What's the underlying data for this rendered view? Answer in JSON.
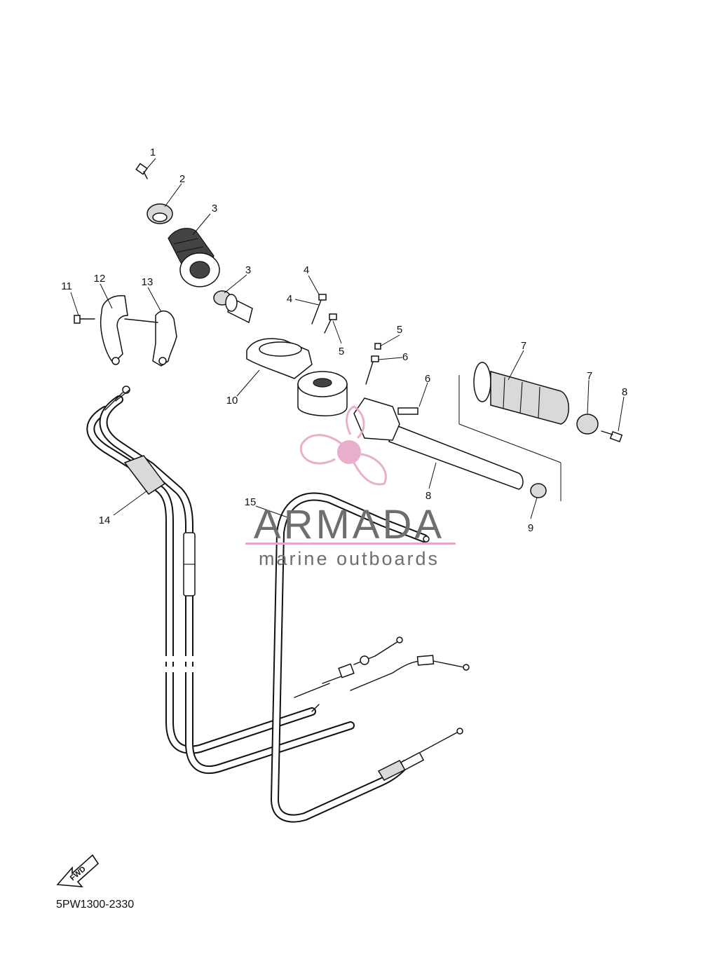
{
  "diagram_code": "5PW1300-2330",
  "fwd_label": "FWD",
  "watermark": {
    "title": "ARMADA",
    "subtitle": "marine outboards",
    "accent_color": "#e8a6c8",
    "text_color": "#6e6e6e"
  },
  "callouts": [
    "1",
    "2",
    "3",
    "3",
    "4",
    "4",
    "5",
    "5",
    "6",
    "6",
    "7",
    "7",
    "8",
    "8",
    "9",
    "10",
    "11",
    "12",
    "13",
    "14",
    "15"
  ]
}
